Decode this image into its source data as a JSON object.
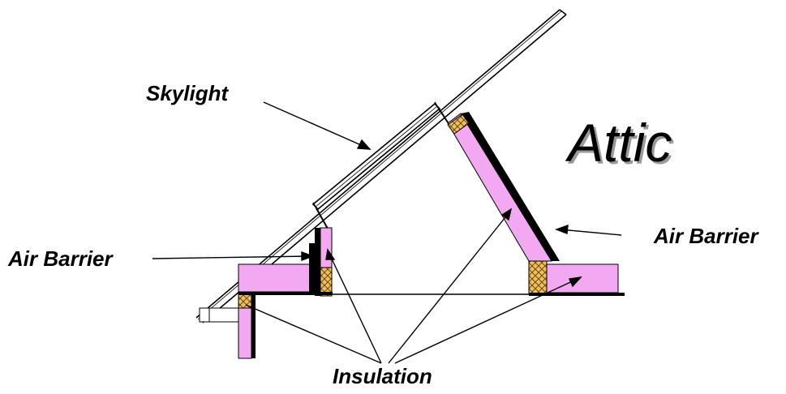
{
  "title": "",
  "labels": {
    "skylight": "Skylight",
    "attic": "Attic",
    "air_barrier_left": "Air Barrier",
    "air_barrier_right": "Air Barrier",
    "insulation": "Insulation"
  },
  "colors": {
    "insulation": "#f2a9f2",
    "framing_lumber": "#f0c060",
    "air_barrier": "#000000",
    "background": "#ffffff",
    "label_shadow": "#9a9a9a"
  }
}
